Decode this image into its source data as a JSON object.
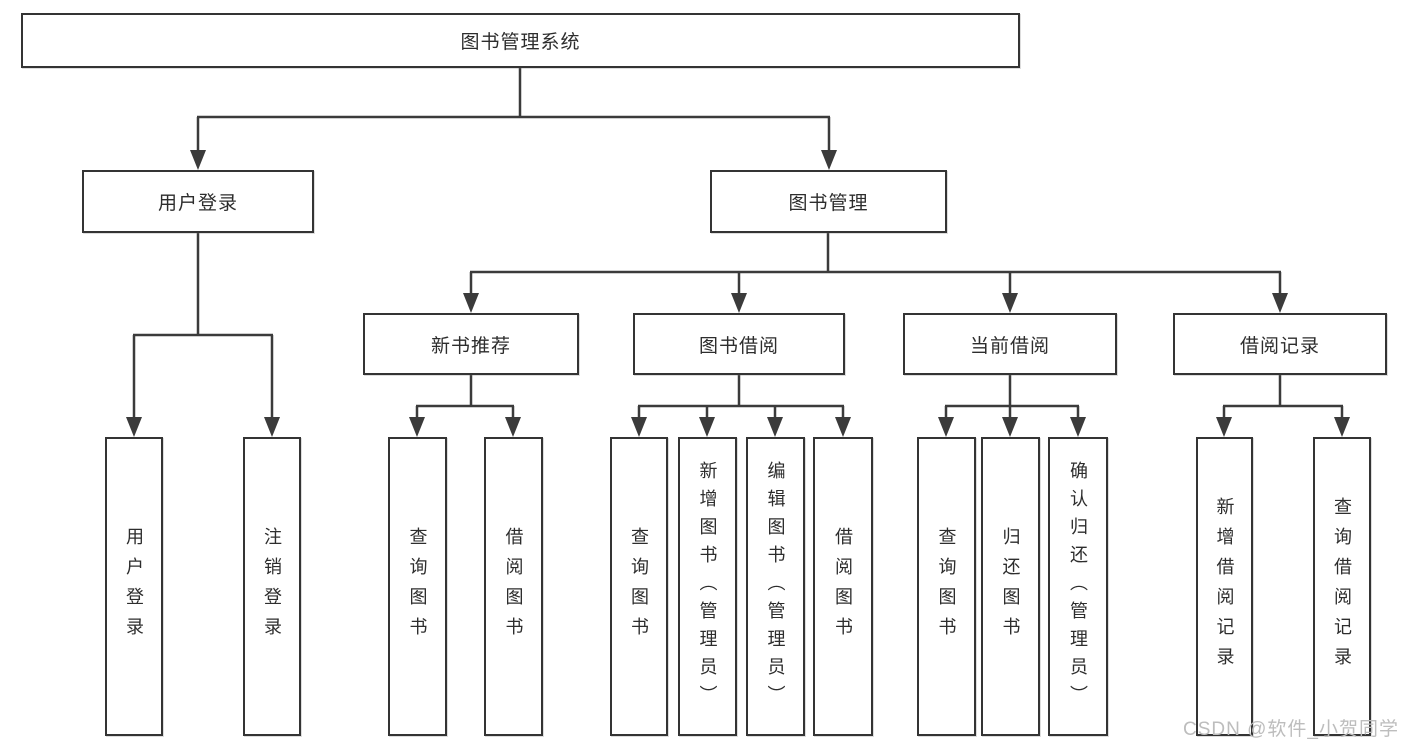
{
  "diagram": {
    "root_label": "图书管理系统",
    "nodes": {
      "user_login": "用户登录",
      "book_mgmt": "图书管理",
      "new_book_rec": "新书推荐",
      "book_borrow": "图书借阅",
      "current_borrow": "当前借阅",
      "borrow_records": "借阅记录"
    },
    "leaves": {
      "user_login": [
        "用户登录",
        "注销登录"
      ],
      "new_book_rec": [
        "查询图书",
        "借阅图书"
      ],
      "book_borrow": [
        "查询图书",
        "新增图书（管理员）",
        "编辑图书（管理员）",
        "借阅图书"
      ],
      "current_borrow": [
        "查询图书",
        "归还图书",
        "确认归还（管理员）"
      ],
      "borrow_records": [
        "新增借阅记录",
        "查询借阅记录"
      ]
    },
    "colors": {
      "line": "#3b3b3b",
      "text": "#2d2d2d",
      "box_background": "#ffffff",
      "watermark": "#bdbdbd"
    }
  },
  "watermark": "CSDN @软件_小贺同学"
}
